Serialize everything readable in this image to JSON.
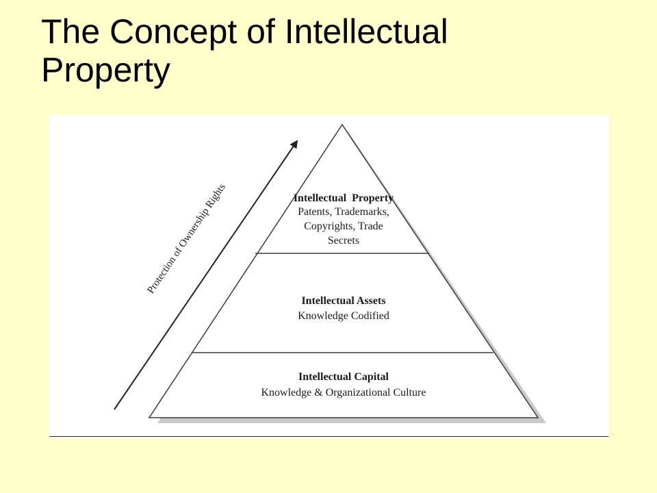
{
  "slide": {
    "title_line1": "The Concept of Intellectual",
    "title_line2": "Property"
  },
  "diagram": {
    "axis_label": "Protection of Ownership Rights",
    "tiers": [
      {
        "title": "Intellectual  Property",
        "lines": [
          "Patents, Trademarks,",
          "Copyrights, Trade",
          "Secrets"
        ]
      },
      {
        "title": "Intellectual Assets",
        "lines": [
          "Knowledge Codified"
        ]
      },
      {
        "title": "Intellectual Capital",
        "lines": [
          "Knowledge & Organizational Culture"
        ]
      }
    ]
  },
  "colors": {
    "background": "#ffffcc",
    "panel": "#ffffff",
    "lines": "#3a3a3a",
    "shadow": "#9a9a9a"
  }
}
